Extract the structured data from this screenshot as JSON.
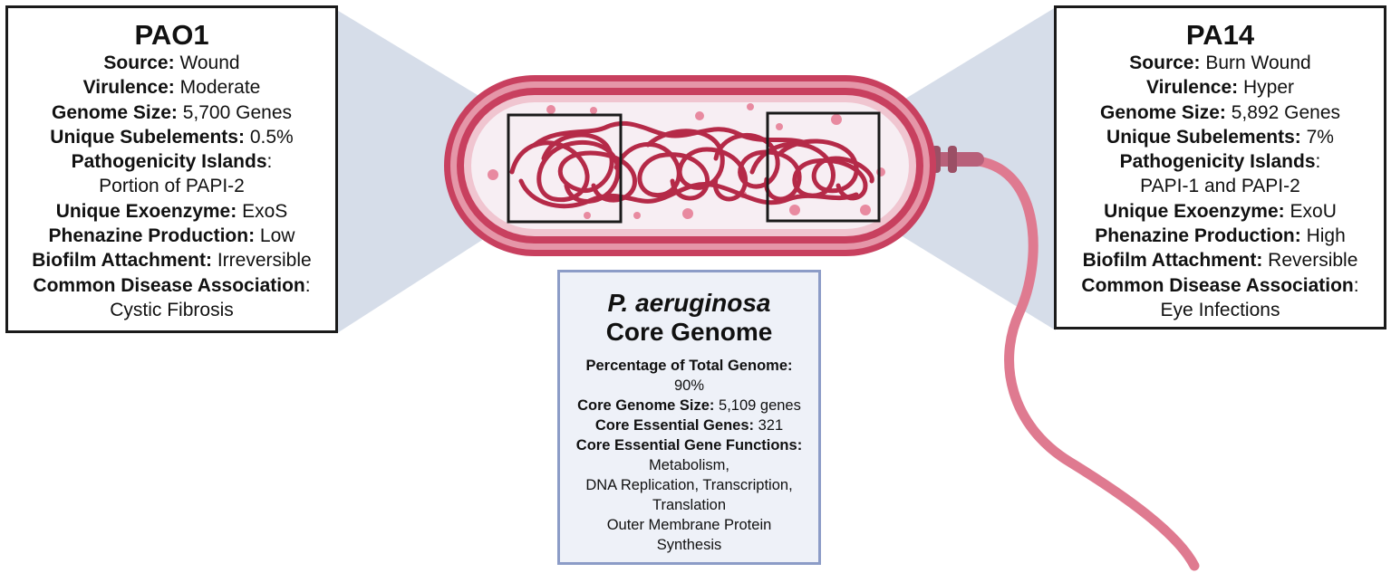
{
  "strains": {
    "left": {
      "name": "PAO1",
      "rows": [
        {
          "label": "Source",
          "value": "Wound"
        },
        {
          "label": "Virulence",
          "value": "Moderate"
        },
        {
          "label": "Genome Size",
          "value": "5,700 Genes"
        },
        {
          "label": "Unique Subelements",
          "value": "0.5%"
        },
        {
          "label": "Pathogenicity Islands",
          "value": "Portion of PAPI-2"
        },
        {
          "label": "Unique Exoenzyme",
          "value": "ExoS"
        },
        {
          "label": "Phenazine Production",
          "value": "Low"
        },
        {
          "label": "Biofilm Attachment",
          "value": "Irreversible"
        },
        {
          "label": "Common Disease Association",
          "value": "Cystic Fibrosis"
        }
      ]
    },
    "right": {
      "name": "PA14",
      "rows": [
        {
          "label": "Source",
          "value": "Burn Wound"
        },
        {
          "label": "Virulence",
          "value": "Hyper"
        },
        {
          "label": "Genome Size",
          "value": "5,892 Genes"
        },
        {
          "label": "Unique Subelements",
          "value": "7%"
        },
        {
          "label": "Pathogenicity Islands",
          "value": "PAPI-1 and PAPI-2"
        },
        {
          "label": "Unique Exoenzyme",
          "value": "ExoU"
        },
        {
          "label": "Phenazine Production",
          "value": "High"
        },
        {
          "label": "Biofilm Attachment",
          "value": "Reversible"
        },
        {
          "label": "Common Disease Association",
          "value": "Eye Infections"
        }
      ]
    }
  },
  "core": {
    "species": "P. aeruginosa",
    "title": "Core Genome",
    "pct_label": "Percentage of Total Genome:",
    "pct_value": "90%",
    "size_label": "Core Genome Size",
    "size_value": "5,109 genes",
    "essential_label": "Core Essential Genes",
    "essential_value": "321",
    "functions_label": "Core Essential Gene Functions",
    "functions_lines": [
      "Metabolism,",
      "DNA Replication, Transcription,",
      "Translation",
      "Outer Membrane Protein",
      "Synthesis"
    ]
  },
  "colors": {
    "membrane": "#c63a5a",
    "membrane_light": "#e89aaa",
    "cytoplasm": "#f7eef3",
    "dna": "#b52a48",
    "zoom_cone": "#d3dbea",
    "core_border": "#8c9cc7",
    "core_fill": "#eef1f8",
    "flagellum": "#de7189"
  }
}
